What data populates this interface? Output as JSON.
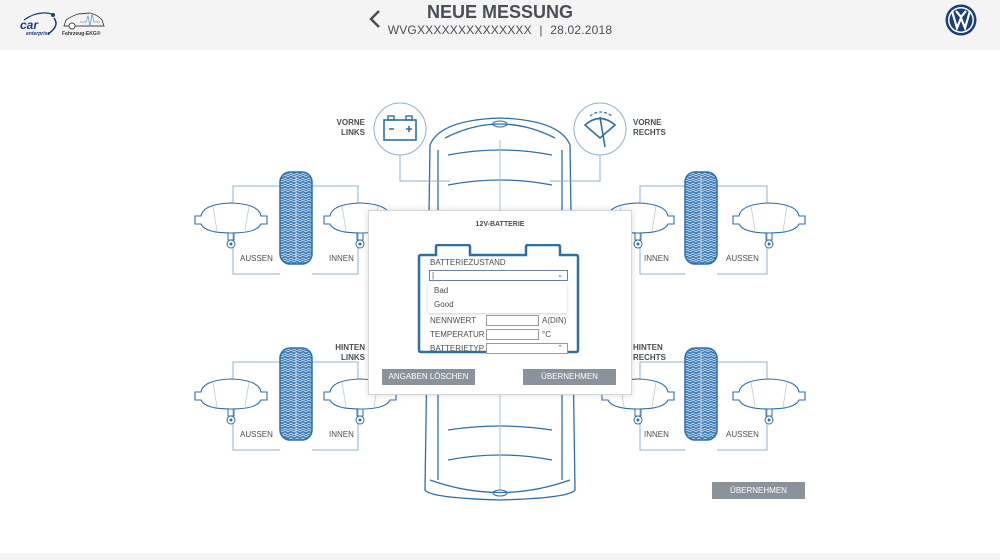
{
  "header": {
    "logo_car_text": "car",
    "logo_car_sub": "enterprise",
    "logo_ekg_text": "Fahrzeug-EKG®",
    "title": "NEUE MESSUNG",
    "vin": "WVGXXXXXXXXXXXXXX",
    "separator": "|",
    "date": "28.02.2018",
    "back_icon": "chevron-left-icon",
    "brand_logo": "vw-logo"
  },
  "wheels": {
    "front_left": {
      "title_line1": "VORNE",
      "title_line2": "LINKS",
      "outer_label": "AUSSEN",
      "inner_label": "INNEN"
    },
    "front_right": {
      "title_line1": "VORNE",
      "title_line2": "RECHTS",
      "inner_label": "INNEN",
      "outer_label": "AUSSEN"
    },
    "rear_left": {
      "title_line1": "HINTEN",
      "title_line2": "LINKS",
      "outer_label": "AUSSEN",
      "inner_label": "INNEN"
    },
    "rear_right": {
      "title_line1": "HINTEN",
      "title_line2": "RECHTS",
      "inner_label": "INNEN",
      "outer_label": "AUSSEN"
    }
  },
  "top_icons": {
    "battery": "battery-icon",
    "wiper": "windshield-wiper-icon"
  },
  "modal": {
    "title": "12V-BATTERIE",
    "condition_label": "BATTERIEZUSTAND",
    "condition_value": "|",
    "condition_options": [
      "Bad",
      "Good"
    ],
    "rated_label": "NENNWERT",
    "rated_value": "",
    "rated_unit": "A(DIN)",
    "temp_label": "TEMPERATUR",
    "temp_value": "",
    "temp_unit": "°C",
    "type_label": "BATTERIETYP",
    "type_value": "",
    "clear_button": "ANGABEN LÖSCHEN",
    "apply_button": "ÜBERNEHMEN"
  },
  "main_apply_button": "ÜBERNEHMEN",
  "colors": {
    "accent_blue": "#2f6fa8",
    "line_blue": "#8fb0cf",
    "button_gray": "#8a939c",
    "header_bg": "#f4f4f4"
  }
}
